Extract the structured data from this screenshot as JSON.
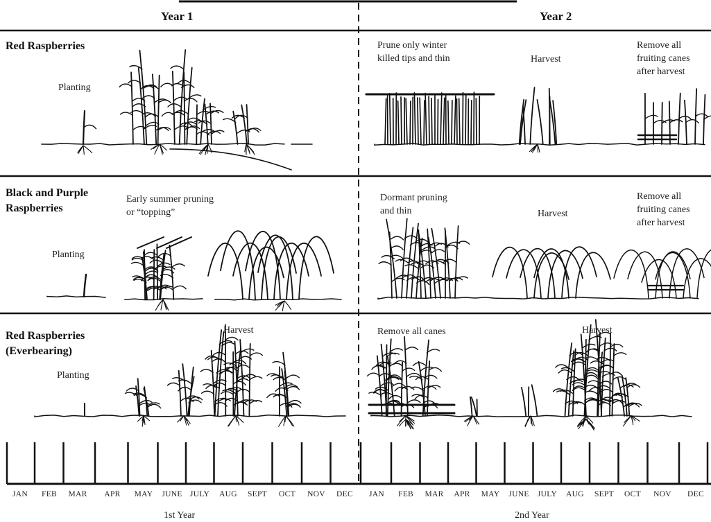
{
  "columns": {
    "year1": "Year 1",
    "year2": "Year 2"
  },
  "rows": [
    {
      "title_lines": [
        "Red Raspberries"
      ],
      "year1_labels": [
        "Planting"
      ],
      "year2_labels": [
        [
          "Prune only winter",
          "killed tips and thin"
        ],
        [
          "Harvest"
        ],
        [
          "Remove all",
          "fruiting canes",
          "after harvest"
        ]
      ]
    },
    {
      "title_lines": [
        "Black and Purple",
        "Raspberries"
      ],
      "year1_labels": [
        "Planting",
        [
          "Early summer pruning",
          "or “topping”"
        ]
      ],
      "year2_labels": [
        [
          "Dormant pruning",
          "and thin"
        ],
        [
          "Harvest"
        ],
        [
          "Remove all",
          "fruiting canes",
          "after harvest"
        ]
      ]
    },
    {
      "title_lines": [
        "Red Raspberries",
        "(Everbearing)"
      ],
      "year1_labels": [
        "Planting",
        "Harvest"
      ],
      "year2_labels": [
        [
          "Remove all canes"
        ],
        [
          "Harvest"
        ]
      ]
    }
  ],
  "months": [
    "JAN",
    "FEB",
    "MAR",
    "APR",
    "MAY",
    "JUNE",
    "JULY",
    "AUG",
    "SEPT",
    "OCT",
    "NOV",
    "DEC",
    "JAN",
    "FEB",
    "MAR",
    "APR",
    "MAY",
    "JUNE",
    "JULY",
    "AUG",
    "SEPT",
    "OCT",
    "NOV",
    "DEC"
  ],
  "year_labels": {
    "first": "1st Year",
    "second": "2nd Year"
  }
}
